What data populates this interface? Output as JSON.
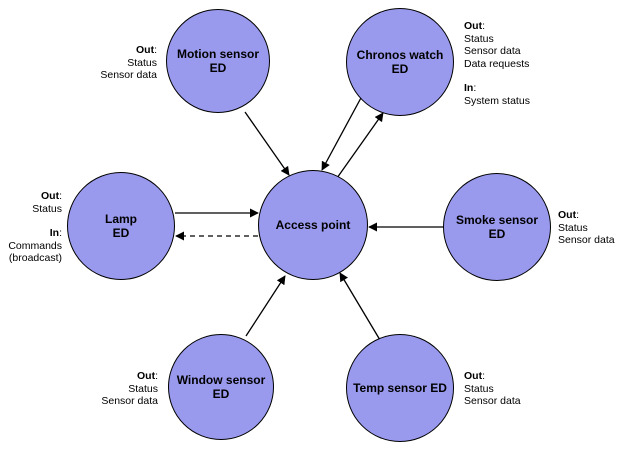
{
  "colors": {
    "node_fill": "#9999ee",
    "outline": "#000000",
    "background": "#ffffff"
  },
  "nodes": {
    "motion": {
      "line1": "Motion sensor",
      "line2": "ED"
    },
    "chronos": {
      "line1": "Chronos watch",
      "line2": "ED"
    },
    "lamp": {
      "line1": "Lamp",
      "line2": "ED"
    },
    "access": {
      "line1": "Access point"
    },
    "smoke": {
      "line1": "Smoke sensor",
      "line2": "ED"
    },
    "window": {
      "line1": "Window sensor",
      "line2": "ED"
    },
    "temp": {
      "line1": "Temp sensor ED"
    }
  },
  "notes": {
    "motion": {
      "out_label": "Out",
      "out_items": [
        "Status",
        "Sensor data"
      ]
    },
    "chronos": {
      "out_label": "Out",
      "out_items": [
        "Status",
        "Sensor data",
        "Data requests"
      ],
      "in_label": "In",
      "in_items": [
        "System status"
      ]
    },
    "lamp": {
      "out_label": "Out",
      "out_items": [
        "Status"
      ],
      "in_label": "In",
      "in_items": [
        "Commands",
        "(broadcast)"
      ]
    },
    "smoke": {
      "out_label": "Out",
      "out_items": [
        "Status",
        "Sensor data"
      ]
    },
    "window": {
      "out_label": "Out",
      "out_items": [
        "Status",
        "Sensor data"
      ]
    },
    "temp": {
      "out_label": "Out",
      "out_items": [
        "Status",
        "Sensor data"
      ]
    }
  },
  "connections": [
    {
      "from": "motion",
      "to": "access",
      "style": "solid"
    },
    {
      "from": "access",
      "to": "chronos",
      "style": "solid"
    },
    {
      "from": "chronos",
      "to": "access",
      "style": "solid"
    },
    {
      "from": "lamp",
      "to": "access",
      "style": "solid"
    },
    {
      "from": "access",
      "to": "lamp",
      "style": "dashed"
    },
    {
      "from": "smoke",
      "to": "access",
      "style": "solid"
    },
    {
      "from": "window",
      "to": "access",
      "style": "solid"
    },
    {
      "from": "temp",
      "to": "access",
      "style": "solid"
    }
  ]
}
